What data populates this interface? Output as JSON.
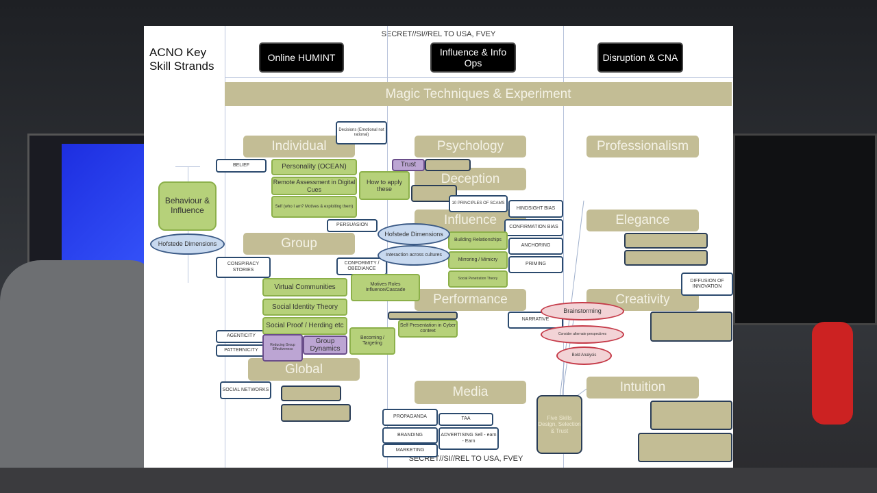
{
  "header": {
    "title": "ACNO Key Skill Strands",
    "classification_top": "SECRET//SI//REL TO USA, FVEY",
    "classification_bottom": "SECRET//SI//REL TO USA, FVEY",
    "strands": [
      "Online HUMINT",
      "Influence & Info Ops",
      "Disruption & CNA"
    ]
  },
  "banner": "Magic Techniques & Experiment",
  "categories": {
    "individual": "Individual",
    "group": "Group",
    "global": "Global",
    "psychology": "Psychology",
    "deception": "Deception",
    "influence": "Influence",
    "performance": "Performance",
    "media": "Media",
    "professionalism": "Professionalism",
    "elegance": "Elegance",
    "creativity": "Creativity",
    "intuition": "Intuition"
  },
  "white": {
    "decisions": "Decisions (Emotional not rational)",
    "belief": "BELIEF",
    "persuasion": "PERSUASION",
    "conspiracy": "CONSPIRACY STORIES",
    "conformity": "CONFORMITY / OBEDIANCE",
    "agenticity": "AGENTICITY",
    "patternicity": "PATTERNICITY",
    "social_networks": "SOCIAL NETWORKS",
    "scams": "10 PRINCIPLES OF SCAMS",
    "hindsight": "HINDSIGHT BIAS",
    "confirmation": "CONFIRMATION BIAS",
    "anchoring": "ANCHORING",
    "priming": "PRIMING",
    "narrative": "NARRATIVE",
    "diffusion": "DIFFUSION OF INNOVATION",
    "propaganda": "PROPAGANDA",
    "taa": "TAA",
    "branding": "BRANDING",
    "advertising": "ADVERTISING Sell - earn - Earn",
    "marketing": "MARKETING"
  },
  "green": {
    "behaviour": "Behaviour & Influence",
    "personality": "Personality (OCEAN)",
    "remote": "Remote Assessment in Digital Cues",
    "self": "Self (who I am? Motives & exploiting them)",
    "how_to_apply": "How to apply these",
    "virtual": "Virtual Communities",
    "social_identity": "Social Identity Theory",
    "social_proof": "Social Proof / Herding etc",
    "motives": "Motives Roles Influence/Cascade",
    "becoming": "Becoming / Targeting",
    "building": "Building Relationships",
    "mirroring": "Mirroring / Mimicry",
    "penetration": "Social Penetration Theory",
    "self_presentation": "Self Presentation in Cyber context"
  },
  "purple": {
    "trust": "Trust",
    "reducing": "Reducing Group Effectiveness",
    "group_dynamics": "Group Dynamics"
  },
  "ellipses": {
    "hofstede_left": "Hofstede Dimensions",
    "hofstede_mid": "Hofstede Dimensions",
    "interaction": "Interaction across cultures",
    "brainstorming": "Brainstorming",
    "alternate": "Consider alternate perspectives",
    "analysis": "Bold Analysis"
  },
  "tan_boxes": {
    "five_skills": "Five Skills Design, Selection & Trust"
  }
}
